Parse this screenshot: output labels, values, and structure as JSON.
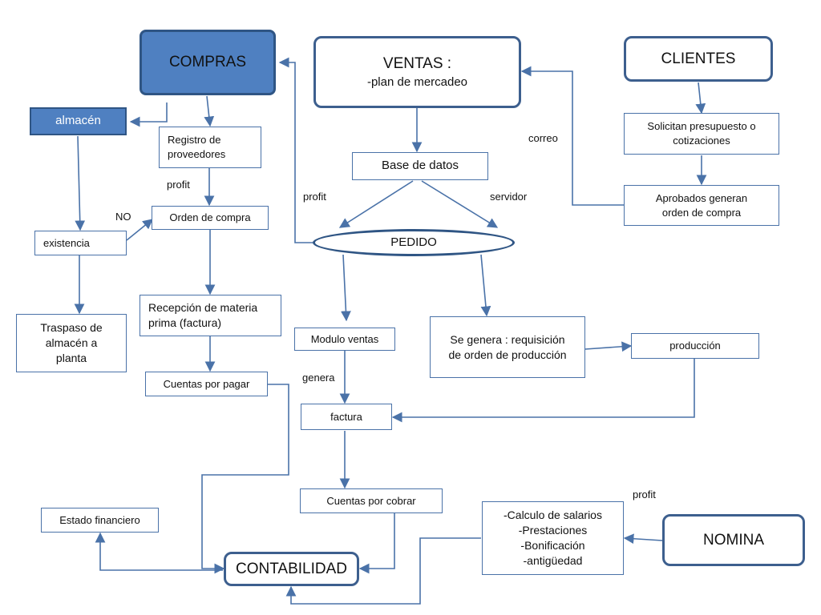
{
  "nodes": {
    "compras": "COMPRAS",
    "ventas": {
      "title": "VENTAS :",
      "subtitle": "-plan de mercadeo"
    },
    "clientes": "CLIENTES",
    "almacen": "almacén",
    "registro": "Registro de\nproveedores",
    "base_datos": "Base de datos",
    "solicitan": "Solicitan presupuesto o\ncotizaciones",
    "aprobados": "Aprobados generan\norden de compra",
    "orden_compra": "Orden de compra",
    "existencia": "existencia",
    "pedido": "PEDIDO",
    "traspaso": "Traspaso de\nalmacén a\nplanta",
    "recepcion": "Recepción de materia\nprima (factura)",
    "modulo_ventas": "Modulo ventas",
    "requisicion": "Se genera : requisición\nde orden de producción",
    "produccion": "producción",
    "cuentas_pagar": "Cuentas por pagar",
    "factura": "factura",
    "cuentas_cobrar": "Cuentas por cobrar",
    "estado_financiero": "Estado financiero",
    "calculo": "-Calculo de salarios\n-Prestaciones\n-Bonificación\n-antigüedad",
    "nomina": "NOMINA",
    "contabilidad": "CONTABILIDAD"
  },
  "labels": {
    "correo": "correo",
    "profit_registro": "profit",
    "no": "NO",
    "profit_pedido": "profit",
    "servidor": "servidor",
    "genera": "genera",
    "profit_nomina": "profit"
  },
  "colors": {
    "line": "#4a72a8",
    "box_border": "#4a72a8",
    "accent_fill": "#4f80c1",
    "accent_border": "#2f5584"
  }
}
